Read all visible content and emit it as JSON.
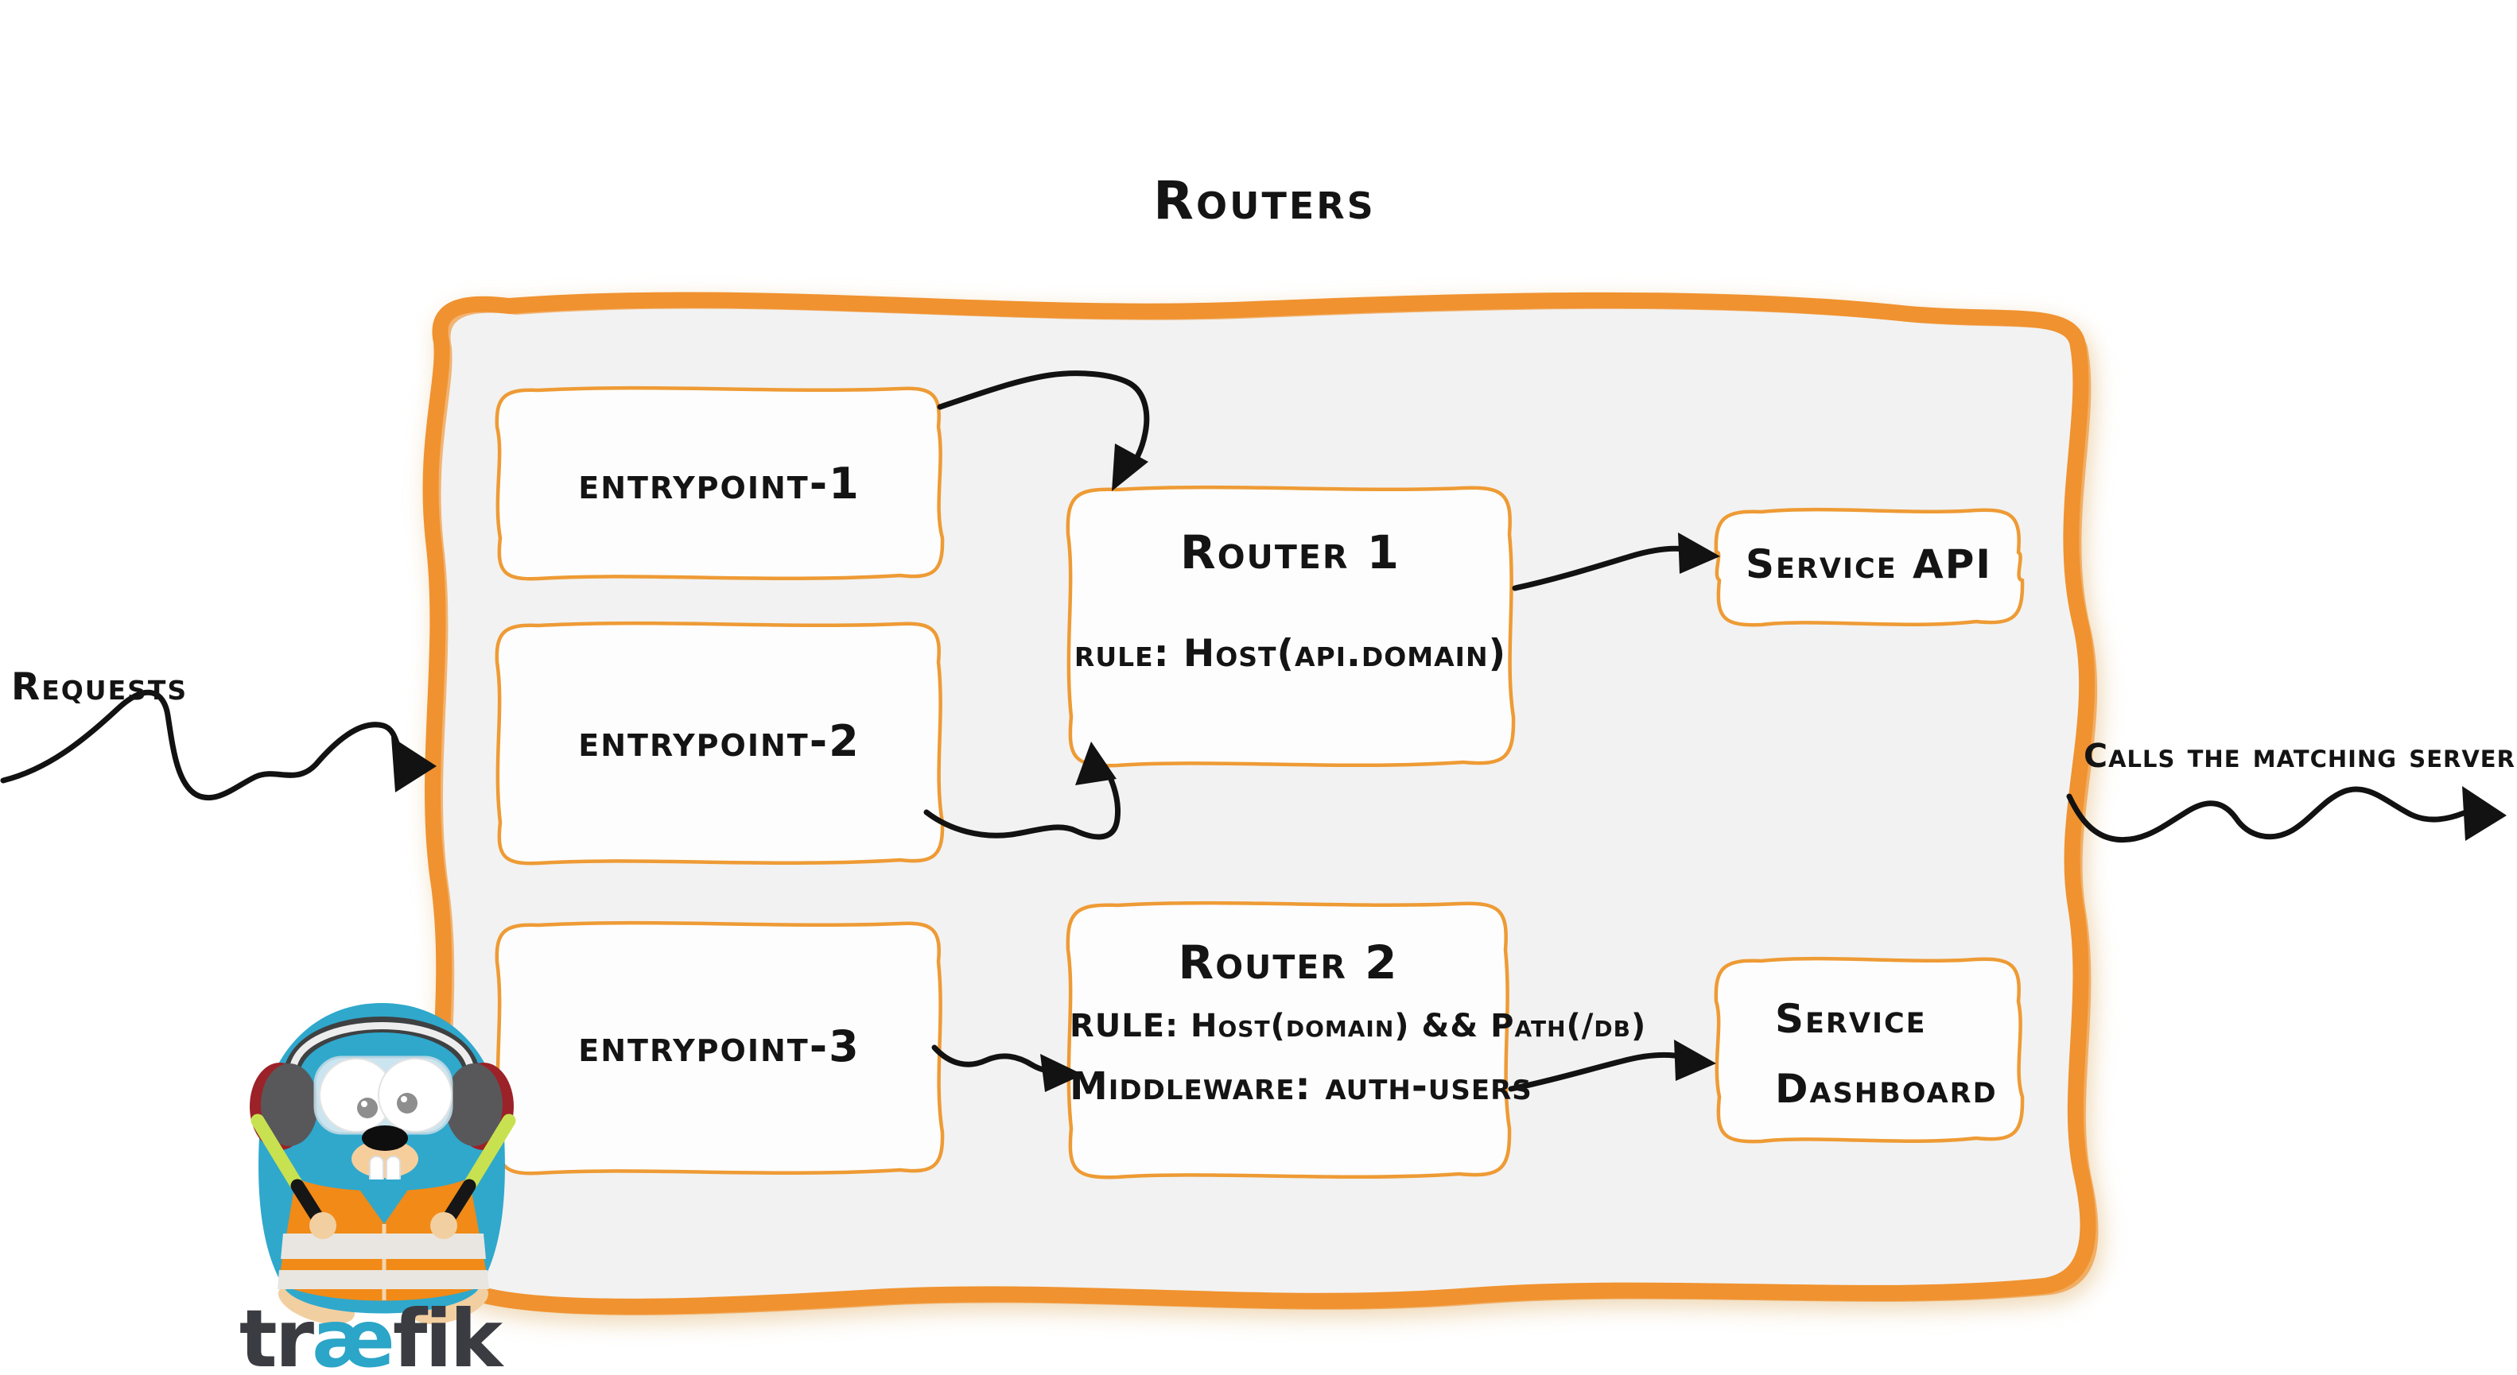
{
  "title": "Routers",
  "requests_label": "Requests",
  "calls_label": "Calls the matching server",
  "entrypoints": [
    {
      "label": "entrypoint-1"
    },
    {
      "label": "entrypoint-2"
    },
    {
      "label": "entrypoint-3"
    }
  ],
  "routers": [
    {
      "title": "Router 1",
      "rule": "rule: Host(api.domain)"
    },
    {
      "title": "Router 2",
      "rule": "RULE: Host(domain) && Path(/db)",
      "middleware": "Middleware: auth-users"
    }
  ],
  "services": [
    {
      "label": "Service API"
    },
    {
      "label_line1": "Service",
      "label_line2": "Dashboard"
    }
  ],
  "logo": {
    "part1": "tr",
    "part2": "æ",
    "part3": "fik"
  },
  "colors": {
    "border_orange": "#F0922F",
    "box_stroke": "#EE9B35",
    "panel_fill": "#F2F2F2",
    "ink": "#141414",
    "traefik_blue": "#2BA5C8",
    "gopher_body": "#2FA8CC",
    "vest_orange": "#F18A17",
    "baton_green": "#C8E150"
  }
}
